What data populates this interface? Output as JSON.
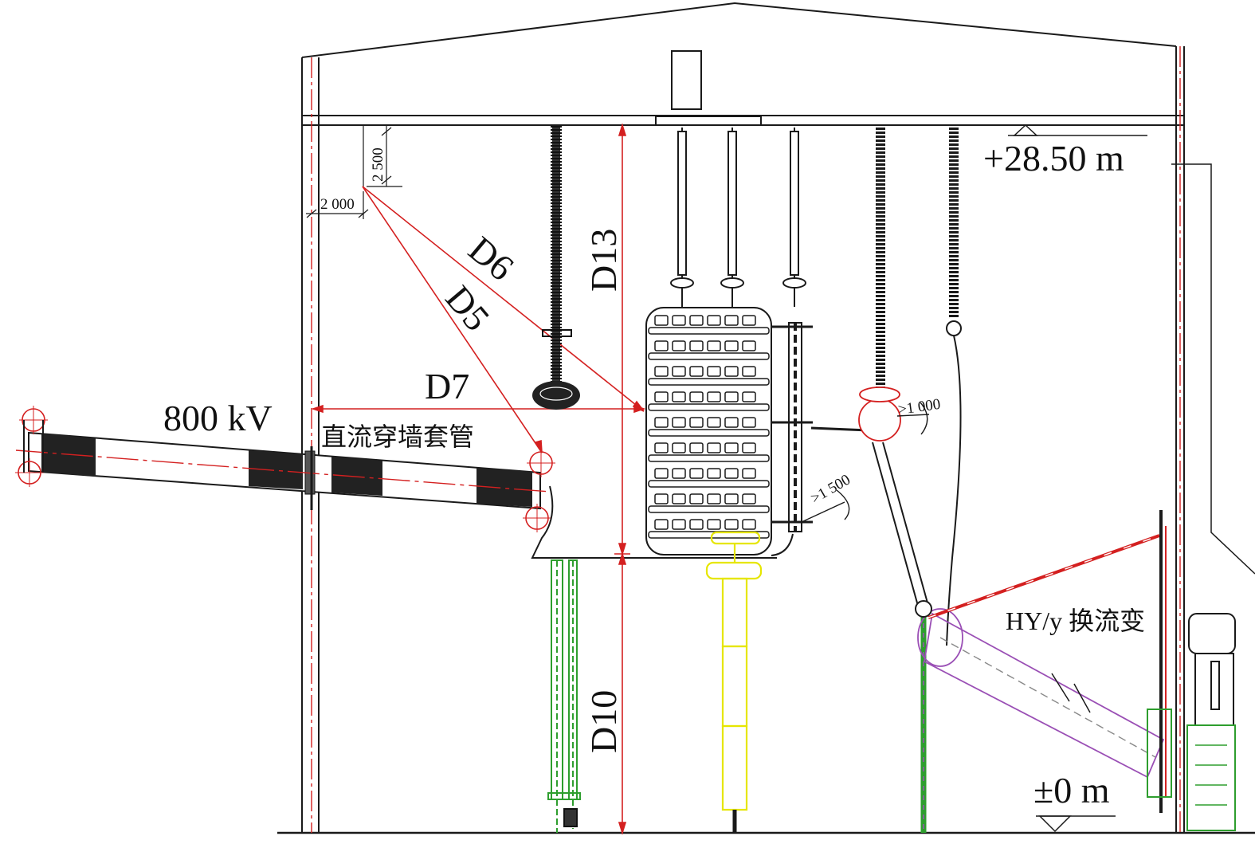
{
  "labels": {
    "elevation_top": "+28.50 m",
    "elevation_ground": "±0 m",
    "voltage": "800 kV",
    "bushing": "直流穿墙套管",
    "transformer": "HY/y 换流变",
    "d5": "D5",
    "d6": "D6",
    "d7": "D7",
    "d10": "D10",
    "d13": "D13",
    "dim_2500": "2 500",
    "dim_2000": "2 000",
    "clear_1000": ">1 000",
    "clear_1500": ">1 500"
  },
  "colors": {
    "line": "#1a1a1a",
    "red": "#d42020",
    "green": "#2e9e2e",
    "yellow": "#e6e600",
    "purple": "#9a4fb5",
    "gray": "#888888"
  }
}
